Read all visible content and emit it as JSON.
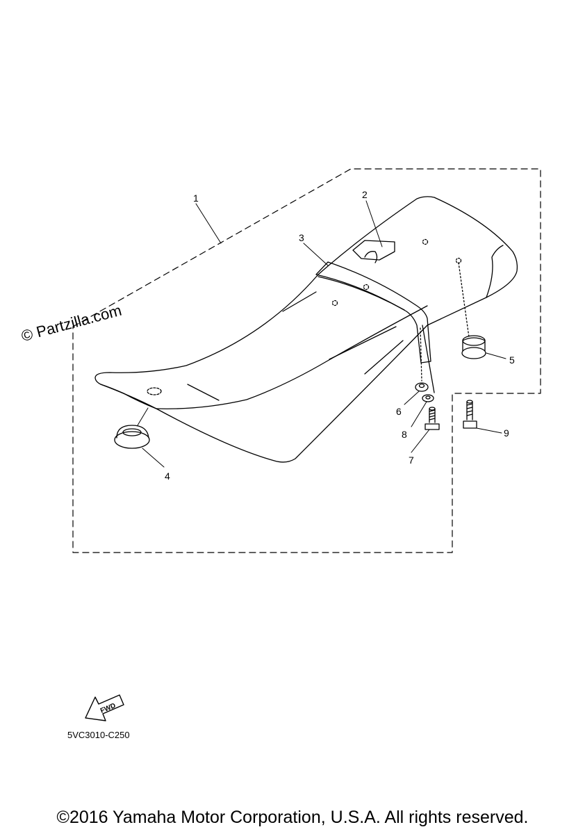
{
  "watermark": "© Partzilla.com",
  "callouts": {
    "c1": "1",
    "c2": "2",
    "c3": "3",
    "c4": "4",
    "c5": "5",
    "c6": "6",
    "c7": "7",
    "c8": "8",
    "c9": "9"
  },
  "fwd_label": "FWD",
  "diagram_code": "5VC3010-C250",
  "copyright": "©2016 Yamaha Motor Corporation, U.S.A. All rights reserved."
}
